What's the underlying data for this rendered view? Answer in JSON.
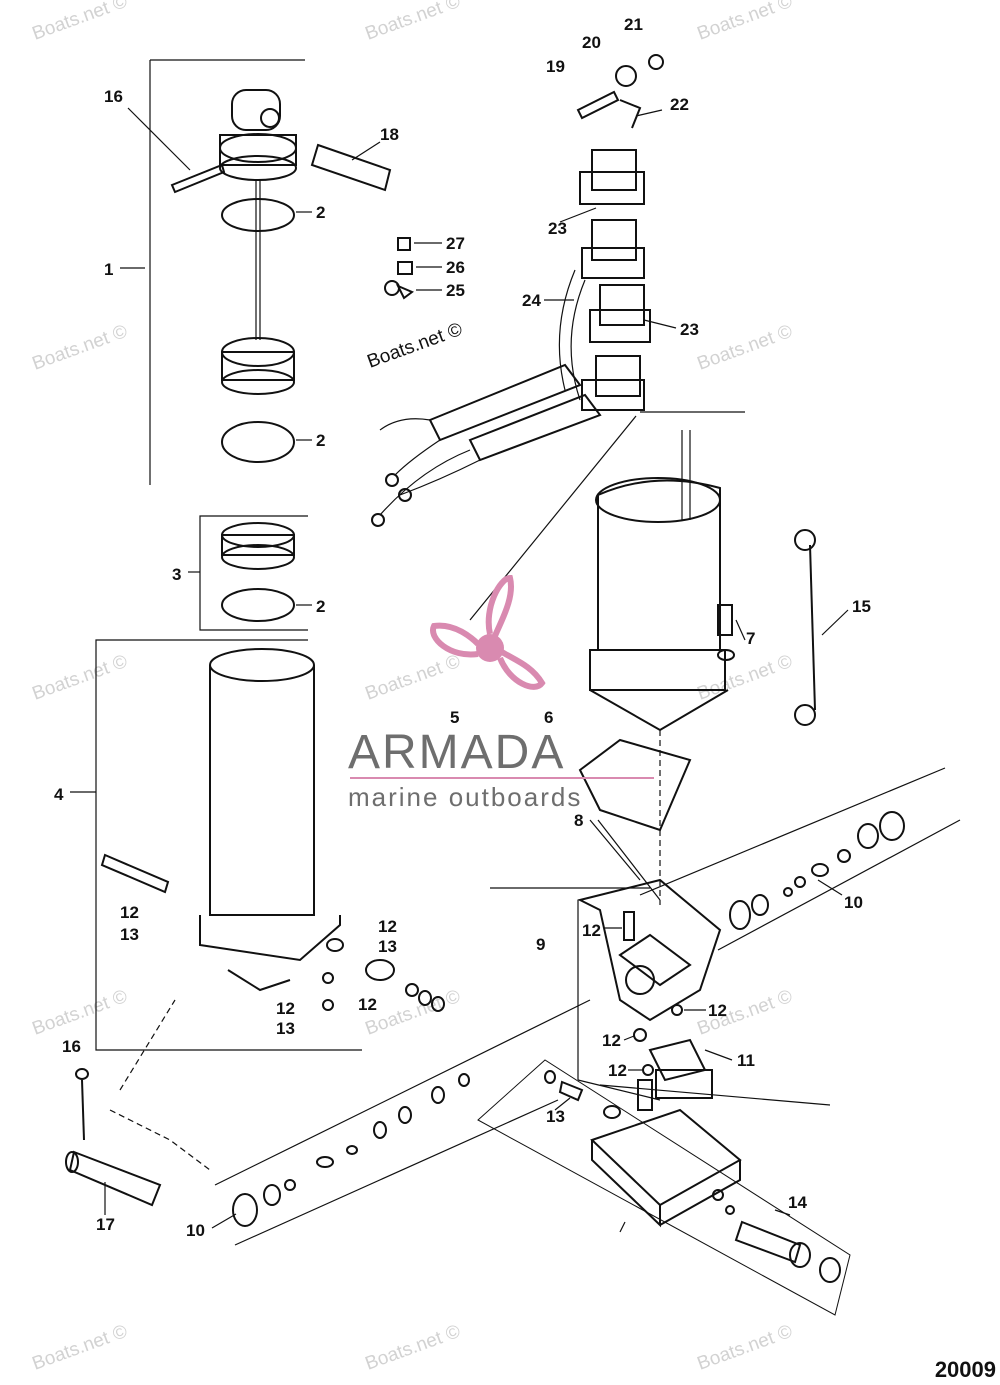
{
  "watermark": {
    "text": "Boats.net ©"
  },
  "logo": {
    "brand": "ARMADA",
    "tagline": "marine outboards",
    "color": "#d98ab0"
  },
  "diagram": {
    "number": "20009",
    "callouts": [
      "1",
      "2",
      "2",
      "3",
      "2",
      "4",
      "5",
      "6",
      "7",
      "8",
      "9",
      "10",
      "10",
      "11",
      "12",
      "13",
      "12",
      "13",
      "12",
      "13",
      "12",
      "12",
      "12",
      "12",
      "13",
      "12",
      "14",
      "15",
      "16",
      "16",
      "17",
      "18",
      "19",
      "20",
      "21",
      "22",
      "23",
      "23",
      "24",
      "25",
      "26",
      "27"
    ]
  }
}
